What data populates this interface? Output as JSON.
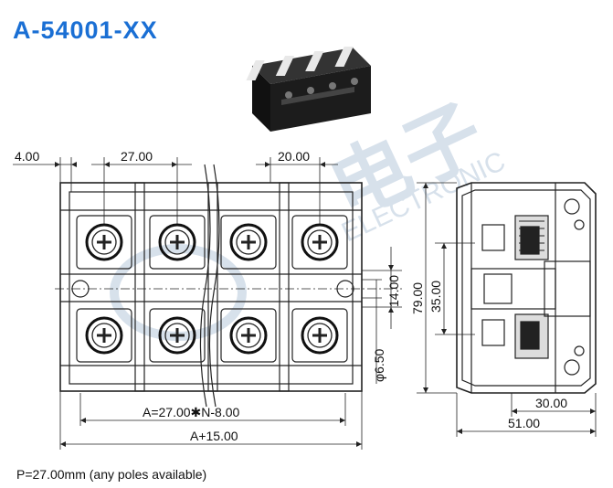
{
  "header": {
    "part_number": "A-54001-XX"
  },
  "footnote": "P=27.00mm (any poles available)",
  "watermark": {
    "brand_cn": "电子",
    "brand_en": "ELECTRONIC"
  },
  "dimensions": {
    "edge_offset": "4.00",
    "pitch": "27.00",
    "right_pitch": "20.00",
    "screw_spacing": "14.00",
    "hole_dia": "φ6.50",
    "inner_length": "A=27.00✱N-8.00",
    "total_length": "A+15.00",
    "height": "79.00",
    "inner_height": "35.00",
    "depth_inner": "30.00",
    "depth_total": "51.00"
  },
  "colors": {
    "accent": "#1a6fd4",
    "line": "#222222",
    "watermark": "#b8c9dc"
  }
}
